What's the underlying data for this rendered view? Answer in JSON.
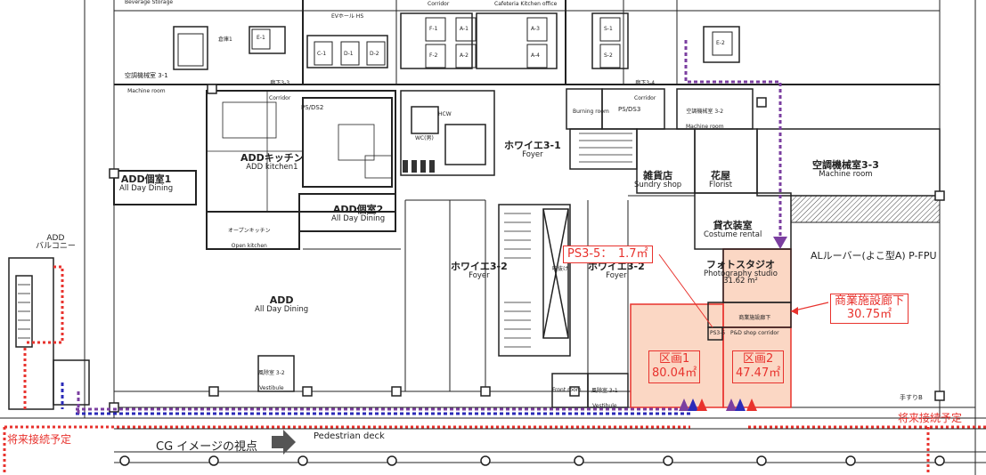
{
  "labels": {
    "corridor_top": "Corridor",
    "beverage_storage": "Beverage Storage",
    "cafeteria_kitchen": "Cafeteria Kitchen office",
    "ev_hall": "EVホール HS",
    "storage1": "倉庫1",
    "machine_room_3_1_ja": "空調機械室 3-1",
    "machine_room_3_1_en": "Machine room",
    "corridor_3_3_ja": "廊下3-3",
    "corridor_3_3_en": "Corridor",
    "corridor_3_4_ja": "廊下3-4",
    "corridor_3_4_en": "Corridor",
    "ps_ds2": "PS/DS2",
    "ps_ds3": "PS/DS3",
    "machine_room_3_2_ja": "空調機械室 3-2",
    "machine_room_3_2_en": "Machine room",
    "burning_room": "Burning room",
    "add_kitchen_ja": "ADDキッチン",
    "add_kitchen_en": "ADD kitchen1",
    "add_private1_ja": "ADD個室1",
    "add_private1_en": "All Day Dining",
    "add_private2_ja": "ADD個室2",
    "add_private2_en": "All Day Dining",
    "open_kitchen_ja": "オープンキッチン",
    "open_kitchen_en": "Open kitchen",
    "foyer_3_1_ja": "ホワイエ3-1",
    "foyer_3_1_en": "Foyer",
    "foyer_3_2_ja": "ホワイエ3-2",
    "foyer_3_2_en": "Foyer",
    "foyer_3_2b_ja": "ホワイエ3-2",
    "foyer_3_2b_en": "Foyer",
    "sundry_ja": "雑貨店",
    "sundry_en": "Sundry shop",
    "florist_ja": "花屋",
    "florist_en": "Florist",
    "machine_room_3_3_ja": "空調機械室3-3",
    "machine_room_3_3_en": "Machine room",
    "costume_ja": "貸衣装室",
    "costume_en": "Costume rental",
    "photo_ja": "フォトスタジオ",
    "photo_en": "Photography studio",
    "photo_area": "31.62 m²",
    "louver": "ALルーバー(よこ型A)  P-FPU",
    "add_balcony_1": "ADD",
    "add_balcony_2": "バルコニー",
    "add_main_ja": "ADD",
    "add_main_en": "All Day Dining",
    "vestibule_3_2_ja": "風除室 3-2",
    "vestibule_3_2_en": "Vestibule",
    "vestibule_3_1_ja": "風除室 3-1",
    "vestibule_3_1_en": "Vestibule",
    "front_room": "Front room",
    "pd_corridor_ja": "商業施設廊下",
    "pd_corridor_en": "P&D shop corridor",
    "wc": "WC(男)",
    "pedestrian_deck": "Pedestrian deck",
    "handrail_b": "手すりB",
    "hcw": "HCW",
    "escalator": "吹抜け",
    "ps3_5_small": "PS3-5"
  },
  "rooms_top": [
    "E-1",
    "C-1",
    "D-1",
    "D-2",
    "F-1",
    "F-2",
    "A-1",
    "A-2",
    "A-3",
    "A-4",
    "S-1",
    "S-2",
    "E-2"
  ],
  "annotations": {
    "ps35": "PS3-5：　1.7㎡",
    "shop_corridor_title": "商業施設廊下",
    "shop_corridor_area": "30.75㎡",
    "zone1_title": "区画1",
    "zone1_area": "80.04㎡",
    "zone2_title": "区画2",
    "zone2_area": "47.47㎡",
    "future_left": "将来接続予定",
    "future_right": "将来接続予定",
    "cg_viewpoint": "CG イメージの視点"
  },
  "colors": {
    "line": "#222222",
    "red": "#e8322d",
    "zone_fill": "#fbd7c4",
    "purple": "#7b3fa0",
    "blue": "#2b2bb8"
  }
}
